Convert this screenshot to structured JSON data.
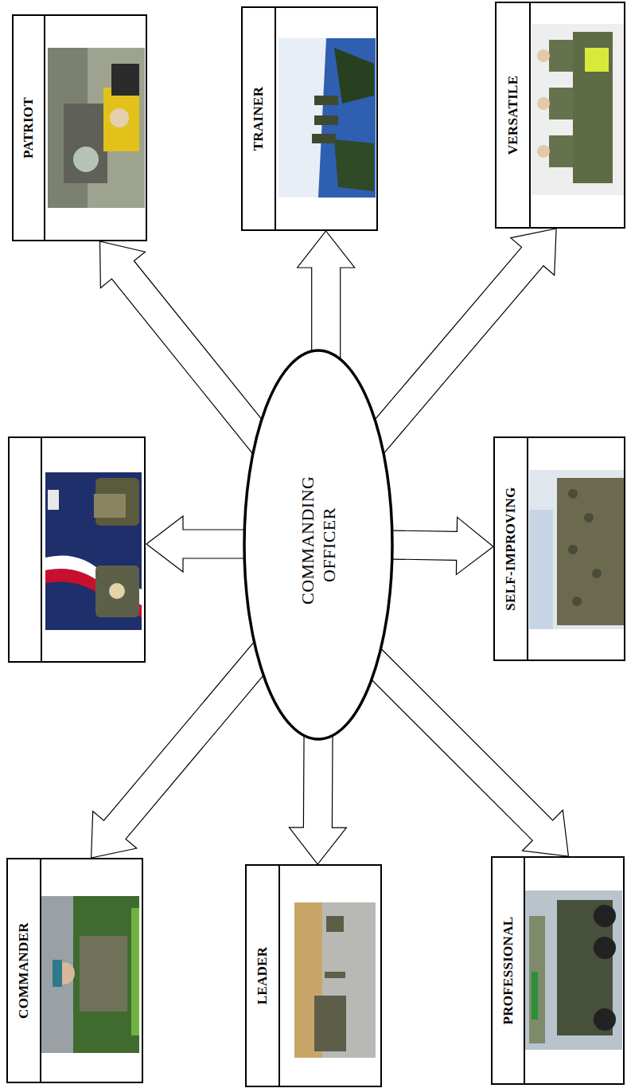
{
  "diagram": {
    "nodes": [
      {
        "text": [
          "COMMANDER"
        ]
      },
      {
        "text": [
          "PATRIOT"
        ]
      },
      {
        "text": [
          "LEADER"
        ]
      },
      {
        "text": [
          "COMMANDING OFFICER"
        ]
      },
      {
        "text": [
          "TRAINER"
        ]
      },
      {
        "text": [
          "PROFESSIONAL"
        ]
      },
      {
        "text": [
          "SELF-IMPROVING"
        ]
      },
      {
        "text": [
          "VERSATILE"
        ]
      }
    ],
    "edges": [
      {
        "from": 3,
        "to": 0,
        "arrow": "to"
      },
      {
        "from": 3,
        "to": 1,
        "arrow": "to"
      },
      {
        "from": 3,
        "to": 2,
        "arrow": "to"
      },
      {
        "from": 3,
        "to": 4,
        "arrow": "to"
      },
      {
        "from": 3,
        "to": 5,
        "arrow": "to"
      },
      {
        "from": 3,
        "to": 6,
        "arrow": "to"
      },
      {
        "from": 3,
        "to": 7,
        "arrow": "to"
      }
    ]
  }
}
